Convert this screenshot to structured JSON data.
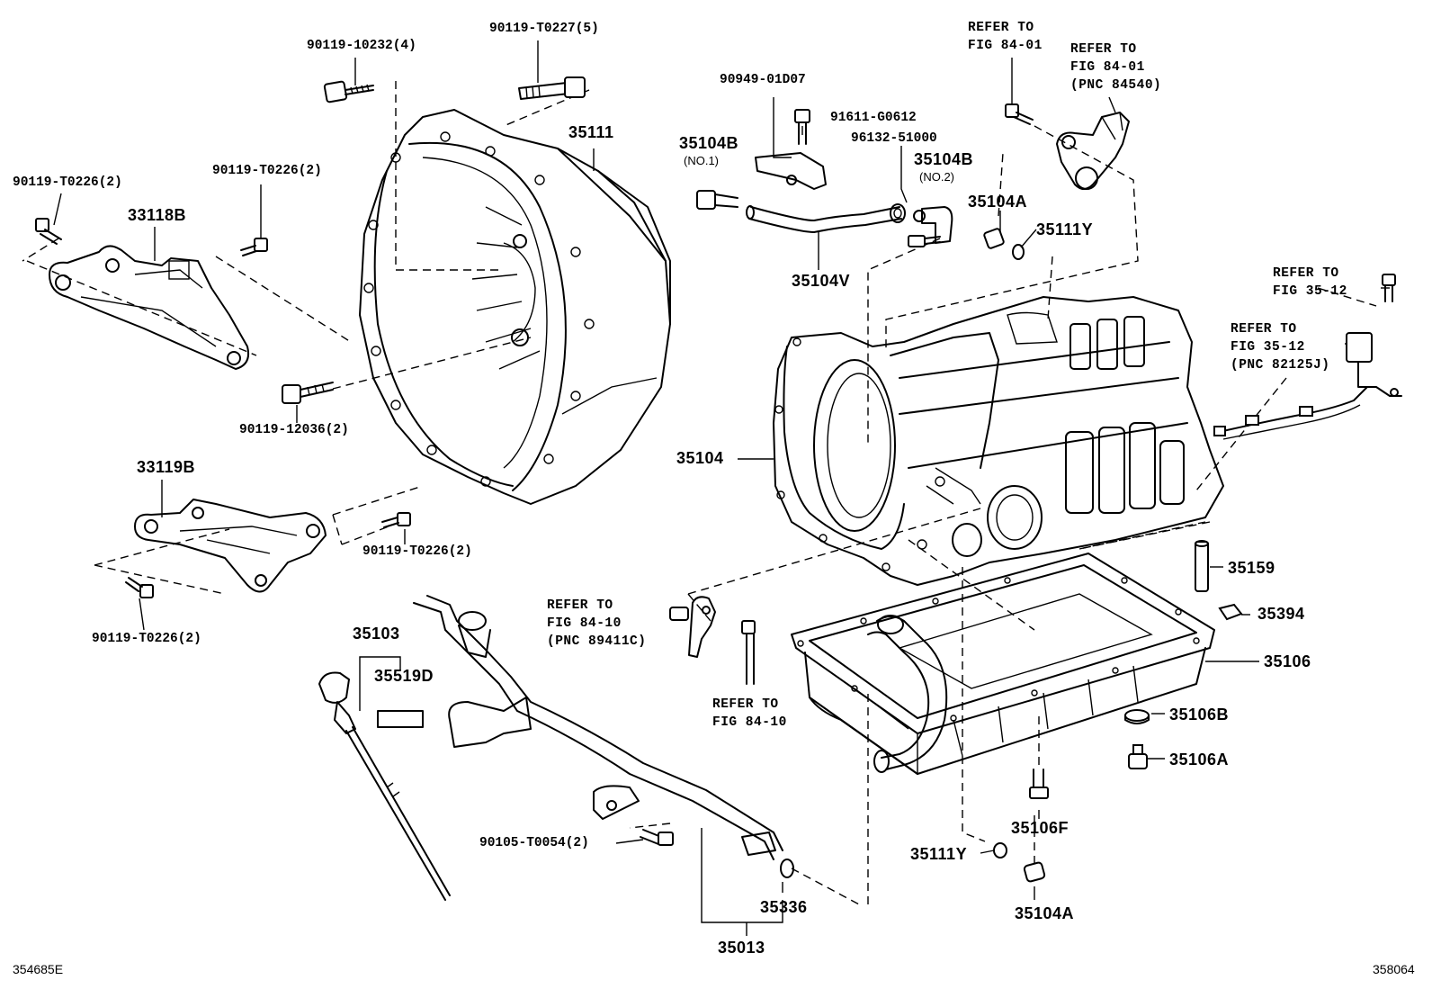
{
  "labels": {
    "bolt_10232": "90119-10232(4)",
    "bolt_t0227": "90119-T0227(5)",
    "bolt_t0226_a": "90119-T0226(2)",
    "bolt_t0226_b": "90119-T0226(2)",
    "bracket_33118b": "33118B",
    "housing_35111": "35111",
    "bolt_12036": "90119-12036(2)",
    "bracket_33119b": "33119B",
    "bolt_t0226_c": "90119-T0226(2)",
    "bolt_t0226_d": "90119-T0226(2)",
    "hose_bracket_90949": "90949-01D07",
    "bolt_91611": "91611-G0612",
    "clip_96132": "96132-51000",
    "union_35104b_1": "35104B",
    "union_35104b_1_sub": "(NO.1)",
    "union_35104b_2": "35104B",
    "union_35104b_2_sub": "(NO.2)",
    "hose_35104v": "35104V",
    "plug_35104a_top": "35104A",
    "oring_35111y_top": "35111Y",
    "case_35104": "35104",
    "pipe_35159": "35159",
    "magnet_35394": "35394",
    "pan_35106": "35106",
    "gasket_35106b": "35106B",
    "plug_35106a": "35106A",
    "bolt_35106f": "35106F",
    "oring_35111y_bottom": "35111Y",
    "plug_35104a_bottom": "35104A",
    "gauge_35103": "35103",
    "label_35519d": "35519D",
    "bolt_t0054": "90105-T0054(2)",
    "oring_35336": "35336",
    "tube_35013": "35013",
    "code_left": "354685E",
    "code_right": "358064"
  },
  "refs": {
    "ref_84_01_a": {
      "line1": "REFER TO",
      "line2": "FIG 84-01"
    },
    "ref_84_01_b": {
      "line1": "REFER TO",
      "line2": "FIG 84-01",
      "line3": "(PNC 84540)"
    },
    "ref_35_12_a": {
      "line1": "REFER TO",
      "line2": "FIG 35-12"
    },
    "ref_35_12_b": {
      "line1": "REFER TO",
      "line2": "FIG 35-12",
      "line3": "(PNC 82125J)"
    },
    "ref_84_10_a": {
      "line1": "REFER TO",
      "line2": "FIG 84-10",
      "line3": "(PNC 89411C)"
    },
    "ref_84_10_b": {
      "line1": "REFER TO",
      "line2": "FIG 84-10"
    }
  }
}
